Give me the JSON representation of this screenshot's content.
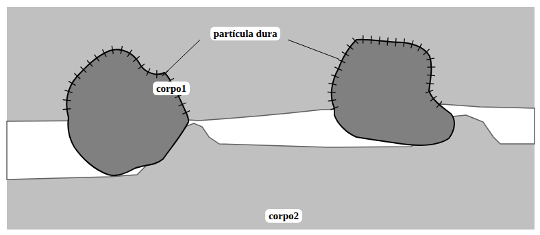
{
  "diagram": {
    "labels": [
      "partícula dura",
      "corpo1",
      "corpo2"
    ]
  }
}
